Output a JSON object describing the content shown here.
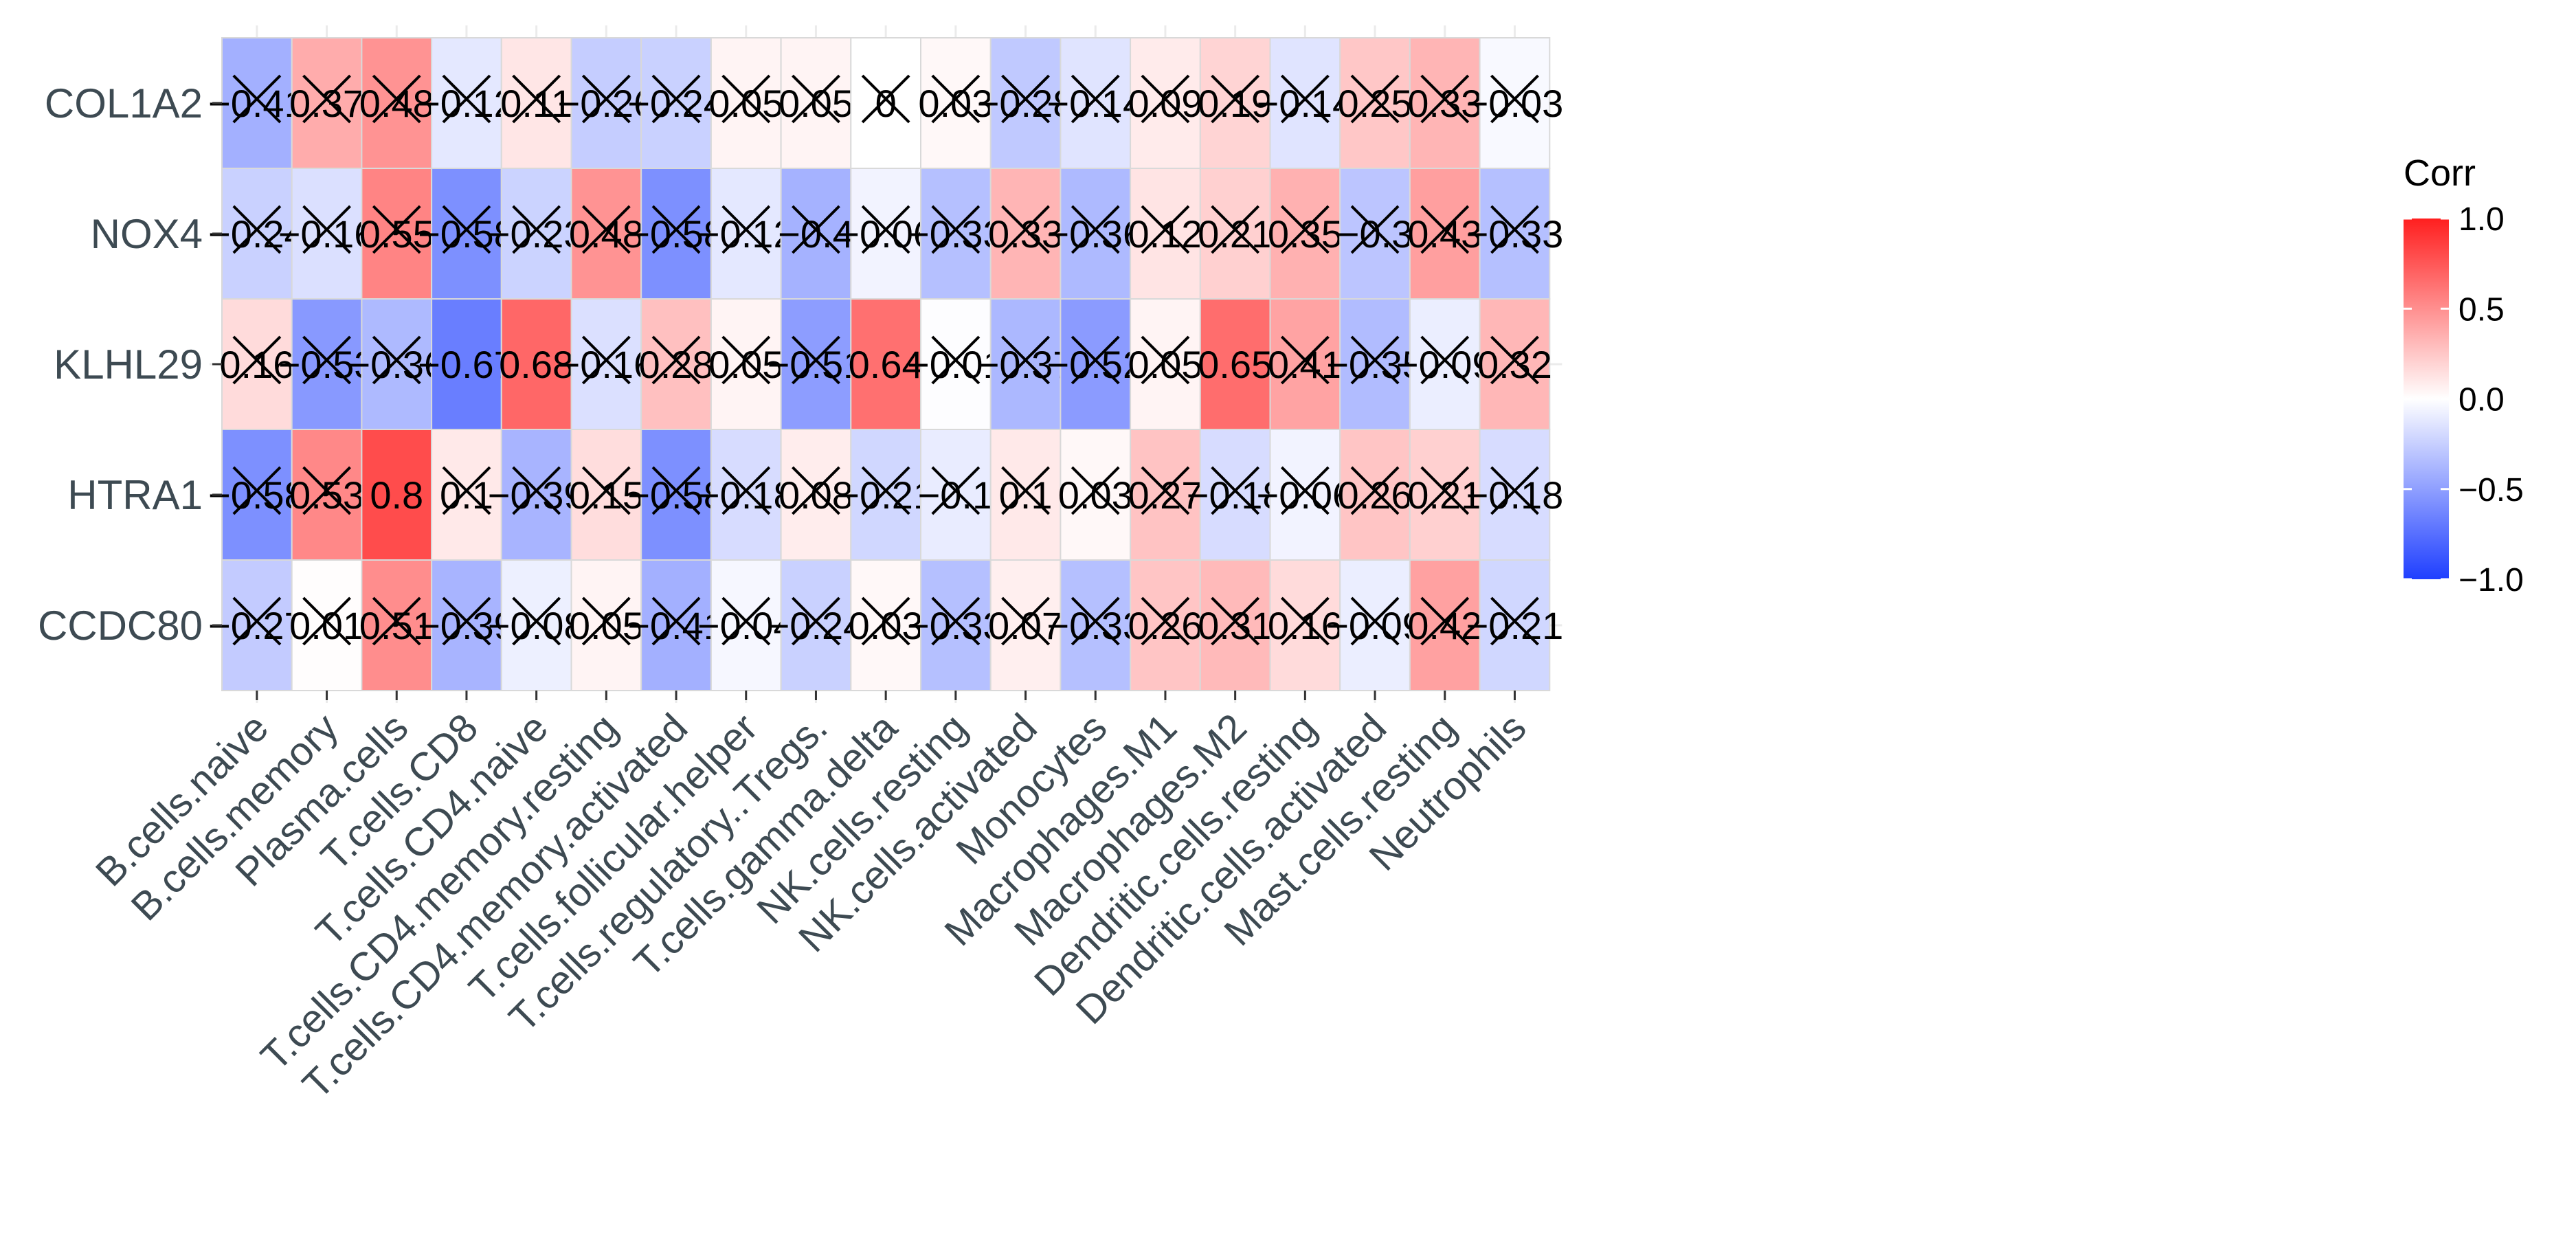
{
  "chart_data": {
    "type": "heatmap",
    "title": "",
    "xlabel": "",
    "ylabel": "",
    "rows": [
      "COL1A2",
      "NOX4",
      "KLHL29",
      "HTRA1",
      "CCDC80"
    ],
    "columns": [
      "B.cells.naive",
      "B.cells.memory",
      "Plasma.cells",
      "T.cells.CD8",
      "T.cells.CD4.naive",
      "T.cells.CD4.memory.resting",
      "T.cells.CD4.memory.activated",
      "T.cells.follicular.helper",
      "T.cells.regulatory..Tregs.",
      "T.cells.gamma.delta",
      "NK.cells.resting",
      "NK.cells.activated",
      "Monocytes",
      "Macrophages.M1",
      "Macrophages.M2",
      "Dendritic.cells.resting",
      "Dendritic.cells.activated",
      "Mast.cells.resting",
      "Neutrophils"
    ],
    "values": [
      [
        -0.41,
        0.37,
        0.48,
        -0.12,
        0.11,
        -0.26,
        -0.24,
        0.05,
        0.05,
        0,
        0.03,
        -0.28,
        -0.14,
        0.09,
        0.19,
        -0.14,
        0.25,
        0.33,
        -0.03
      ],
      [
        -0.24,
        -0.16,
        0.55,
        -0.58,
        -0.23,
        0.48,
        -0.58,
        -0.12,
        -0.4,
        -0.06,
        -0.33,
        0.33,
        -0.36,
        0.12,
        0.21,
        0.35,
        -0.3,
        0.43,
        -0.33
      ],
      [
        0.16,
        -0.53,
        -0.36,
        -0.67,
        0.68,
        -0.16,
        0.28,
        0.05,
        -0.51,
        0.64,
        -0.01,
        -0.37,
        -0.52,
        0.05,
        0.65,
        0.41,
        -0.35,
        -0.09,
        0.32
      ],
      [
        -0.58,
        0.53,
        0.8,
        0.1,
        -0.39,
        0.15,
        -0.58,
        -0.18,
        0.08,
        -0.21,
        -0.1,
        0.1,
        0.03,
        0.27,
        -0.18,
        -0.06,
        0.26,
        0.21,
        -0.18
      ],
      [
        -0.27,
        0.01,
        0.51,
        -0.39,
        -0.08,
        0.05,
        -0.41,
        -0.04,
        -0.24,
        0.03,
        -0.33,
        0.07,
        -0.33,
        0.26,
        0.31,
        0.16,
        -0.09,
        0.42,
        -0.21
      ]
    ],
    "labels": [
      [
        "−0.41",
        "0.37",
        "0.48",
        "−0.12",
        "0.11",
        "−0.26",
        "−0.24",
        "0.05",
        "0.05",
        "0",
        "0.03",
        "−0.28",
        "−0.14",
        "0.09",
        "0.19",
        "−0.14",
        "0.25",
        "0.33",
        "−0.03"
      ],
      [
        "−0.24",
        "−0.16",
        "0.55",
        "−0.58",
        "−0.23",
        "0.48",
        "−0.58",
        "−0.12",
        "−0.4",
        "−0.06",
        "−0.33",
        "0.33",
        "−0.36",
        "0.12",
        "0.21",
        "0.35",
        "−0.3",
        "0.43",
        "−0.33"
      ],
      [
        "0.16",
        "−0.53",
        "−0.36",
        "−0.67",
        "0.68",
        "−0.16",
        "0.28",
        "0.05",
        "−0.51",
        "0.64",
        "−0.01",
        "−0.37",
        "−0.52",
        "0.05",
        "0.65",
        "0.41",
        "−0.35",
        "−0.09",
        "0.32"
      ],
      [
        "−0.58",
        "0.53",
        "0.8",
        "0.1",
        "−0.39",
        "0.15",
        "−0.58",
        "−0.18",
        "0.08",
        "−0.21",
        "−0.1",
        "0.1",
        "0.03",
        "0.27",
        "−0.18",
        "−0.06",
        "0.26",
        "0.21",
        "−0.18"
      ],
      [
        "−0.27",
        "0.01",
        "0.51",
        "−0.39",
        "−0.08",
        "0.05",
        "−0.41",
        "−0.04",
        "−0.24",
        "0.03",
        "−0.33",
        "0.07",
        "−0.33",
        "0.26",
        "0.31",
        "0.16",
        "−0.09",
        "0.42",
        "−0.21"
      ]
    ],
    "crossed": [
      [
        true,
        true,
        true,
        true,
        true,
        true,
        true,
        true,
        true,
        true,
        true,
        true,
        true,
        true,
        true,
        true,
        true,
        true,
        true
      ],
      [
        true,
        true,
        true,
        true,
        true,
        true,
        true,
        true,
        true,
        true,
        true,
        true,
        true,
        true,
        true,
        true,
        true,
        true,
        true
      ],
      [
        true,
        true,
        true,
        false,
        false,
        true,
        true,
        true,
        true,
        false,
        true,
        true,
        true,
        true,
        false,
        true,
        true,
        true,
        true
      ],
      [
        true,
        true,
        false,
        true,
        true,
        true,
        true,
        true,
        true,
        true,
        true,
        true,
        true,
        true,
        true,
        true,
        true,
        true,
        true
      ],
      [
        true,
        true,
        true,
        true,
        true,
        true,
        true,
        true,
        true,
        true,
        true,
        true,
        true,
        true,
        true,
        true,
        true,
        true,
        true
      ]
    ],
    "color_scale": {
      "low": "#1f3fff",
      "mid": "#ffffff",
      "high": "#ff1f1f",
      "range": [
        -1,
        1
      ]
    },
    "legend": {
      "title": "Corr",
      "ticks": [
        1,
        0.5,
        0,
        -0.5,
        -1
      ],
      "tick_labels": [
        "1.0",
        "0.5",
        "0.0",
        "−0.5",
        "−1.0"
      ],
      "placement": "right"
    },
    "grid": true
  }
}
